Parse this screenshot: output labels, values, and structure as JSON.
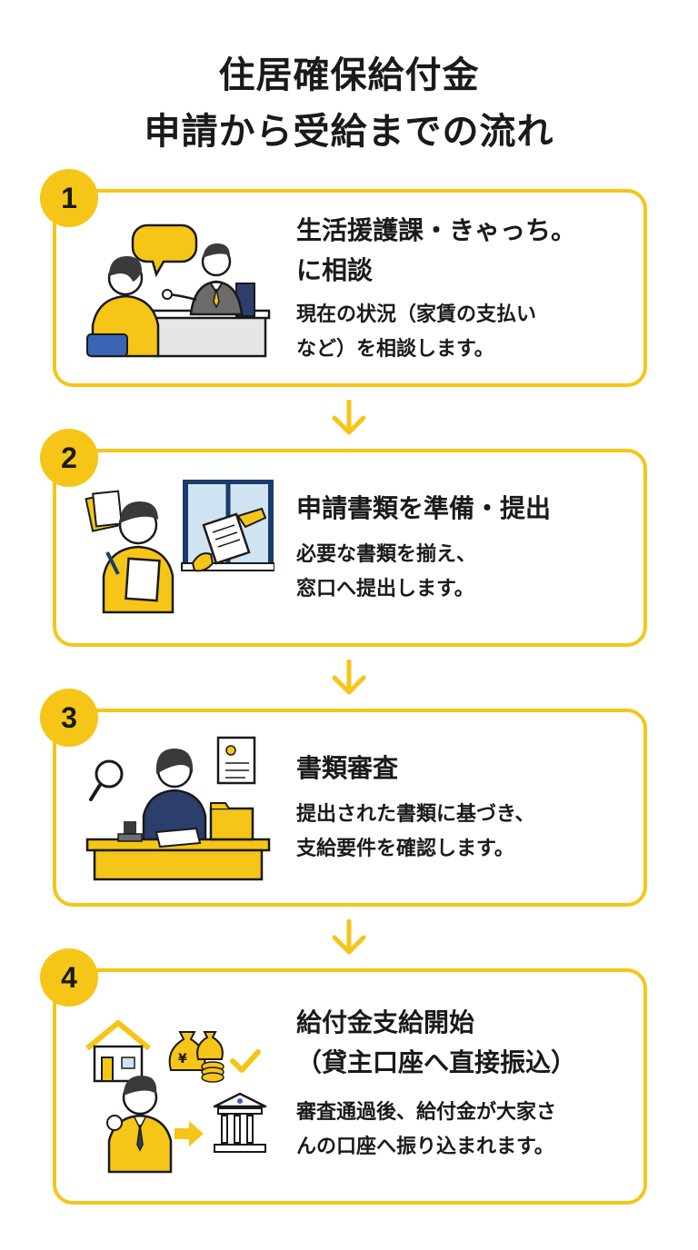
{
  "title": {
    "line1": "住居確保給付金",
    "line2": "申請から受給までの流れ"
  },
  "steps": [
    {
      "number": "1",
      "title_lines": [
        "生活援護課・きゃっち。",
        "に相談"
      ],
      "desc_lines": [
        "現在の状況（家賃の支払い",
        "など）を相談します。"
      ]
    },
    {
      "number": "2",
      "title_lines": [
        "申請書類を準備・提出"
      ],
      "desc_lines": [
        "必要な書類を揃え、",
        "窓口へ提出します。"
      ]
    },
    {
      "number": "3",
      "title_lines": [
        "書類審査"
      ],
      "desc_lines": [
        "提出された書類に基づき、",
        "支給要件を確認します。"
      ]
    },
    {
      "number": "4",
      "title_lines": [
        "給付金支給開始",
        "（貸主口座へ直接振込）"
      ],
      "desc_lines": [
        "審査通過後、給付金が大家さ",
        "んの口座へ振り込まれます。"
      ]
    }
  ],
  "icons": {
    "step1": "consultation-icon",
    "step2": "document-submission-icon",
    "step3": "document-review-icon",
    "step4": "payment-transfer-icon"
  },
  "colors": {
    "accent": "#f5c518",
    "text": "#1a1a1a",
    "suit": "#2c3e6b"
  }
}
